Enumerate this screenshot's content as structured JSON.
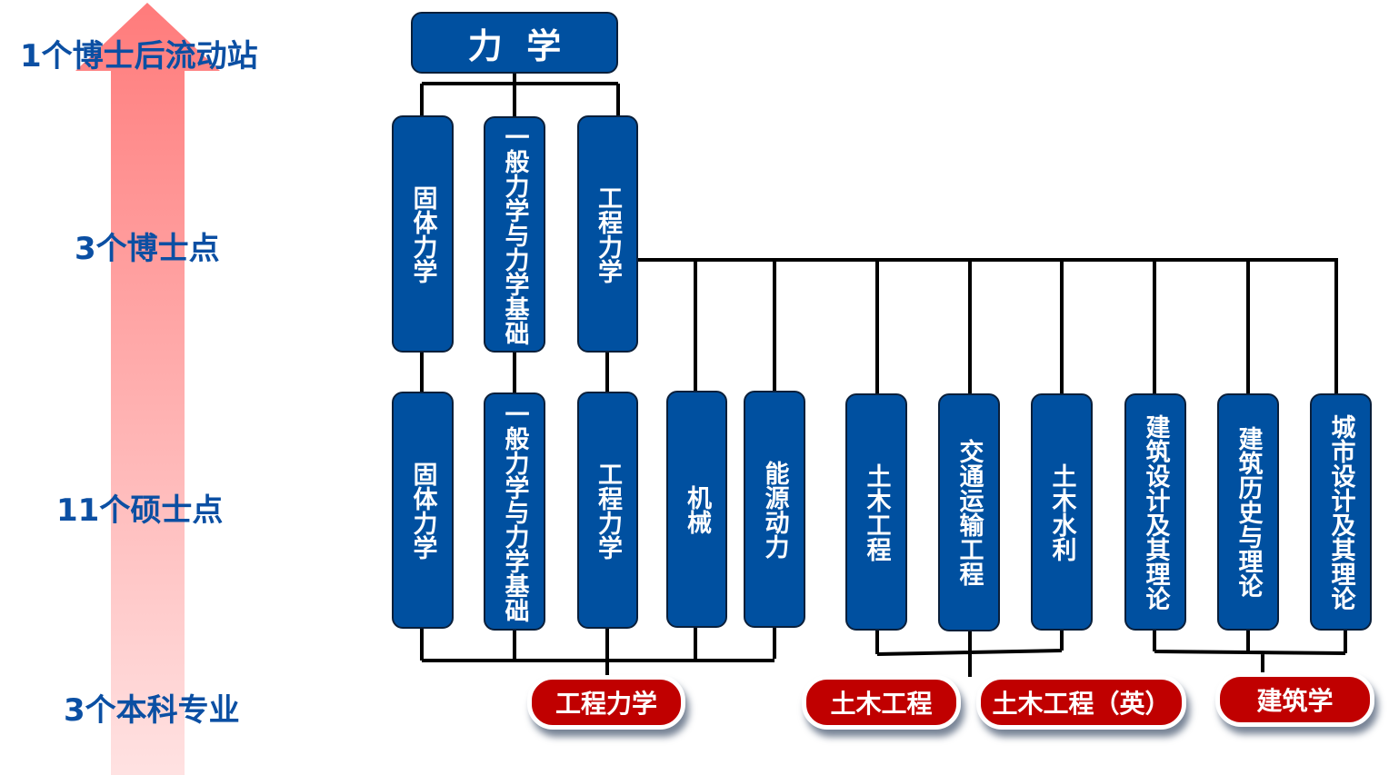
{
  "levels": {
    "postdoc": "1个博士后流动站",
    "phd": "3个博士点",
    "master": "11个硕士点",
    "bachelor": "3个本科专业"
  },
  "root": "力  学",
  "phd_programs": [
    "固体力学",
    "一般力学与力学基础",
    "工程力学"
  ],
  "master_programs": [
    "固体力学",
    "一般力学与力学基础",
    "工程力学",
    "机械",
    "能源动力",
    "土木工程",
    "交通运输工程",
    "土木水利",
    "建筑设计及其理论",
    "建筑历史与理论",
    "城市设计及其理论"
  ],
  "bachelor_programs": [
    "工程力学",
    "土木工程",
    "土木工程（英）",
    "建筑学"
  ],
  "colors": {
    "box": "#0050a0",
    "pill": "#c00000",
    "label": "#0b4fa3"
  }
}
